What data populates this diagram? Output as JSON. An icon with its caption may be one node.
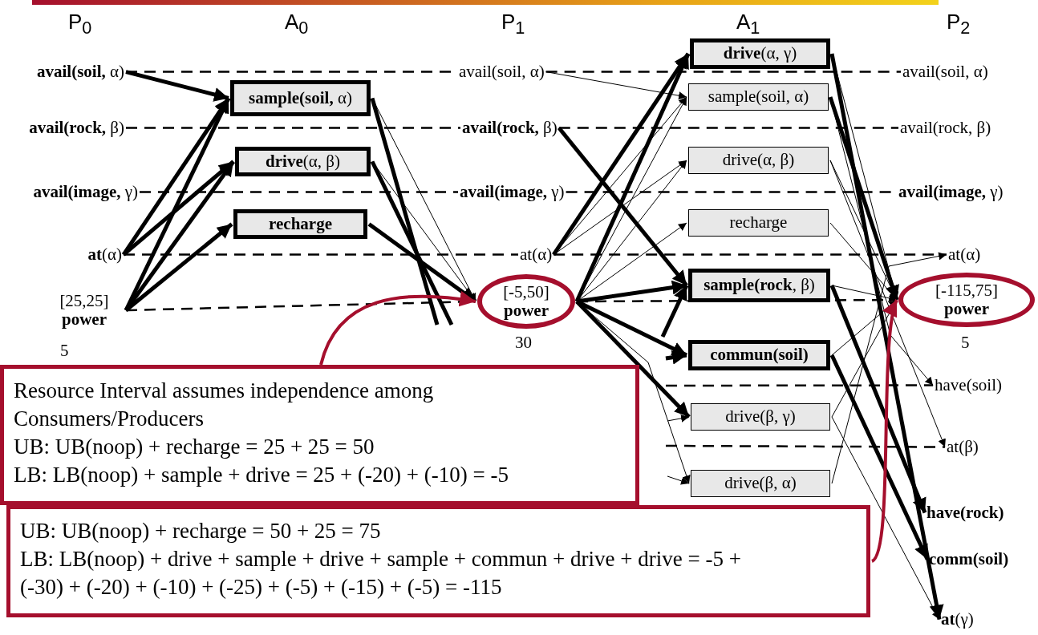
{
  "diagram": {
    "nodes": [
      {
        "text": [
          "**avail(soil,** α)"
        ]
      },
      {
        "text": [
          "**avail(rock,** β)"
        ]
      },
      {
        "text": [
          "**avail(image,** γ)"
        ]
      },
      {
        "text": [
          "**at**(α)"
        ]
      },
      {
        "text": [
          "[25,25]",
          "power"
        ],
        "beside": [
          "5"
        ]
      },
      {
        "text": [
          "**sample(soil,** α)"
        ]
      },
      {
        "text": [
          "**drive**(α, β)"
        ]
      },
      {
        "text": [
          "recharge"
        ]
      },
      {
        "text": [
          "avail(soil, α)"
        ]
      },
      {
        "text": [
          "**avail(rock,** β)"
        ]
      },
      {
        "text": [
          "**avail(image,** γ)"
        ]
      },
      {
        "text": [
          "at(α)"
        ]
      },
      {
        "text": [
          "[-5,50]",
          "power"
        ],
        "beside": [
          "30"
        ]
      },
      {
        "text": [
          "**drive**(α, γ)"
        ]
      },
      {
        "text": [
          "sample(soil, α)"
        ]
      },
      {
        "text": [
          "drive(α, β)"
        ]
      },
      {
        "text": [
          "recharge"
        ]
      },
      {
        "text": [
          "**sample(rock**, β)"
        ]
      },
      {
        "text": [
          "commun(soil)"
        ]
      },
      {
        "text": [
          "drive(β, γ)"
        ]
      },
      {
        "text": [
          "drive(β, α)"
        ]
      },
      {
        "text": [
          "avail(soil, α)"
        ]
      },
      {
        "text": [
          "avail(rock, β)"
        ]
      },
      {
        "text": [
          "**avail(image,** γ)"
        ]
      },
      {
        "text": [
          "at(α)"
        ]
      },
      {
        "text": [
          "[-115,75]",
          "power"
        ],
        "beside": [
          "5"
        ]
      },
      {
        "text": [
          "have(soil)"
        ]
      },
      {
        "text": [
          "at(β)"
        ]
      },
      {
        "text": [
          "have(rock)"
        ]
      },
      {
        "text": [
          "comm(soil)"
        ]
      },
      {
        "text": [
          "**at**(γ)"
        ]
      },
      {
        "text": [
          "Resource Interval assumes independence among Consumers/Producers",
          "UB: UB(noop) + recharge = 25 + 25 = 50",
          "LB: LB(noop) + sample + drive = 25 + (-20) + (-10) = -5"
        ]
      },
      {
        "text": [
          "UB: UB(noop) + recharge = 50 + 25 = 75",
          "LB: LB(noop) + drive + sample + drive + sample + commun + drive + drive = -5 + (-30) + (-20) + (-10) + (-25) + (-5) + (-15) + (-5) = -115"
        ]
      }
    ],
    "edges": [
      {
        "from": 0,
        "to": 5,
        "arrow": "to",
        "style": "thick"
      },
      {
        "from": 3,
        "to": 5,
        "arrow": "to",
        "style": "thick"
      },
      {
        "from": 3,
        "to": 6,
        "arrow": "to",
        "style": "thick"
      },
      {
        "from": 4,
        "to": 5,
        "arrow": "to",
        "style": "thick"
      },
      {
        "from": 4,
        "to": 6,
        "arrow": "to",
        "style": "thick"
      },
      {
        "from": 4,
        "to": 7,
        "arrow": "to",
        "style": "thick"
      },
      {
        "from": 5,
        "to": 12,
        "arrow": "to"
      },
      {
        "from": 6,
        "to": 12,
        "arrow": "to"
      },
      {
        "from": 7,
        "to": 12,
        "arrow": "to",
        "style": "thick"
      },
      {
        "from": 5,
        "to": null,
        "arrow": "none",
        "style": "thick"
      },
      {
        "from": 6,
        "to": null,
        "arrow": "none",
        "style": "thick"
      },
      {
        "from": 8,
        "to": 14,
        "arrow": "to"
      },
      {
        "from": 9,
        "to": 17,
        "arrow": "to",
        "style": "thick"
      },
      {
        "from": 11,
        "to": 13,
        "arrow": "to",
        "style": "thick"
      },
      {
        "from": 11,
        "to": 14,
        "arrow": "to"
      },
      {
        "from": 11,
        "to": 15,
        "arrow": "to"
      },
      {
        "from": 12,
        "to": 13,
        "arrow": "to",
        "style": "thick"
      },
      {
        "from": 12,
        "to": 14,
        "arrow": "to"
      },
      {
        "from": 12,
        "to": 15,
        "arrow": "to"
      },
      {
        "from": 12,
        "to": 16,
        "arrow": "to"
      },
      {
        "from": 12,
        "to": 17,
        "arrow": "to",
        "style": "thick"
      },
      {
        "from": 12,
        "to": 18,
        "arrow": "to",
        "style": "thick"
      },
      {
        "from": 12,
        "to": 19,
        "arrow": "to",
        "style": "thick"
      },
      {
        "from": 12,
        "to": 20,
        "arrow": "to"
      },
      {
        "from": null,
        "to": 17,
        "arrow": "to",
        "style": "thick"
      },
      {
        "from": null,
        "to": 18,
        "arrow": "to",
        "style": "thick"
      },
      {
        "from": null,
        "to": 19,
        "arrow": "to"
      },
      {
        "from": null,
        "to": 20,
        "arrow": "to"
      },
      {
        "from": 13,
        "to": 30,
        "arrow": "to",
        "style": "thick"
      },
      {
        "from": 13,
        "to": 25,
        "arrow": "to"
      },
      {
        "from": 14,
        "to": 25,
        "arrow": "to",
        "style": "thick"
      },
      {
        "from": 14,
        "to": 26,
        "arrow": "to"
      },
      {
        "from": 15,
        "to": 25,
        "arrow": "to"
      },
      {
        "from": 15,
        "to": 27,
        "arrow": "to"
      },
      {
        "from": 16,
        "to": 25,
        "arrow": "to"
      },
      {
        "from": 17,
        "to": 25,
        "arrow": "to"
      },
      {
        "from": 17,
        "to": 28,
        "arrow": "to",
        "style": "thick"
      },
      {
        "from": 18,
        "to": 25,
        "arrow": "to"
      },
      {
        "from": 18,
        "to": 29,
        "arrow": "to",
        "style": "thick"
      },
      {
        "from": 19,
        "to": 25,
        "arrow": "to"
      },
      {
        "from": 19,
        "to": 30,
        "arrow": "to"
      },
      {
        "from": 20,
        "to": 24,
        "arrow": "to"
      },
      {
        "from": 0,
        "to": 8,
        "arrow": "none",
        "style": "dashed"
      },
      {
        "from": 1,
        "to": 9,
        "arrow": "none",
        "style": "dashed"
      },
      {
        "from": 2,
        "to": 10,
        "arrow": "none",
        "style": "dashed"
      },
      {
        "from": 3,
        "to": 11,
        "arrow": "none",
        "style": "dashed"
      },
      {
        "from": 4,
        "to": 12,
        "arrow": "none",
        "style": "dashed"
      },
      {
        "from": 8,
        "to": 21,
        "arrow": "none",
        "style": "dashed"
      },
      {
        "from": 9,
        "to": 22,
        "arrow": "none",
        "style": "dashed"
      },
      {
        "from": 10,
        "to": 23,
        "arrow": "none",
        "style": "dashed"
      },
      {
        "from": 11,
        "to": 24,
        "arrow": "none",
        "style": "dashed"
      },
      {
        "from": 12,
        "to": 25,
        "arrow": "none",
        "style": "dashed"
      },
      {
        "from": null,
        "to": 26,
        "arrow": "none",
        "style": "dashed"
      },
      {
        "from": null,
        "to": 27,
        "arrow": "none",
        "style": "dashed"
      },
      {
        "from": 31,
        "to": 12,
        "arrow": "to",
        "color": "#a50f2d"
      },
      {
        "from": 32,
        "to": 25,
        "arrow": "to",
        "color": "#a50f2d"
      }
    ],
    "labels": [
      "P$_{0}$",
      "A$_{0}$",
      "P$_{1}$",
      "A$_{1}$",
      "P$_{2}$"
    ]
  }
}
